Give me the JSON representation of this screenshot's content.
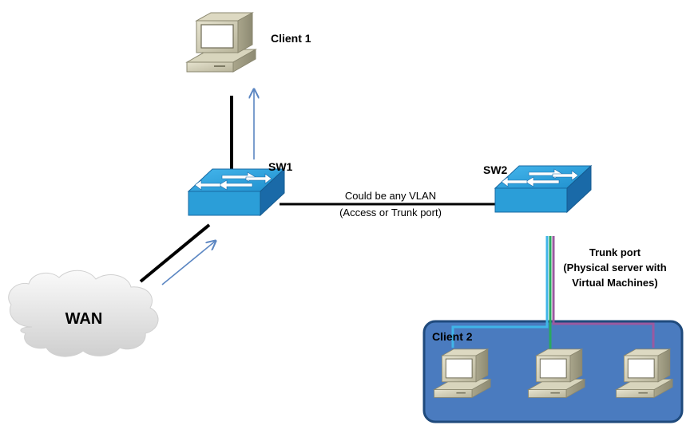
{
  "labels": {
    "client1": "Client 1",
    "sw1": "SW1",
    "sw2": "SW2",
    "link_line1": "Could be any VLAN",
    "link_line2": "(Access or Trunk port)",
    "trunk_line1": "Trunk port",
    "trunk_line2": "(Physical server with",
    "trunk_line3": "Virtual Machines)",
    "wan": "WAN",
    "client2": "Client 2"
  },
  "colors": {
    "switch_face": "#2b9ed8",
    "switch_side": "#1a6aa8",
    "cable": "#000000",
    "flow_arrow": "#5b86c2",
    "vm_box": "#4a7bbf",
    "vm_box_border": "#1f4a7c",
    "vlan_cyan": "#3fb5e8",
    "vlan_green": "#2aa860",
    "vlan_purple": "#9a5aa0",
    "cloud": "#e6e6e6"
  },
  "icons": {
    "client1": "desktop-computer-icon",
    "sw1": "network-switch-icon",
    "sw2": "network-switch-icon",
    "wan": "cloud-icon",
    "vm": "desktop-computer-icon"
  }
}
